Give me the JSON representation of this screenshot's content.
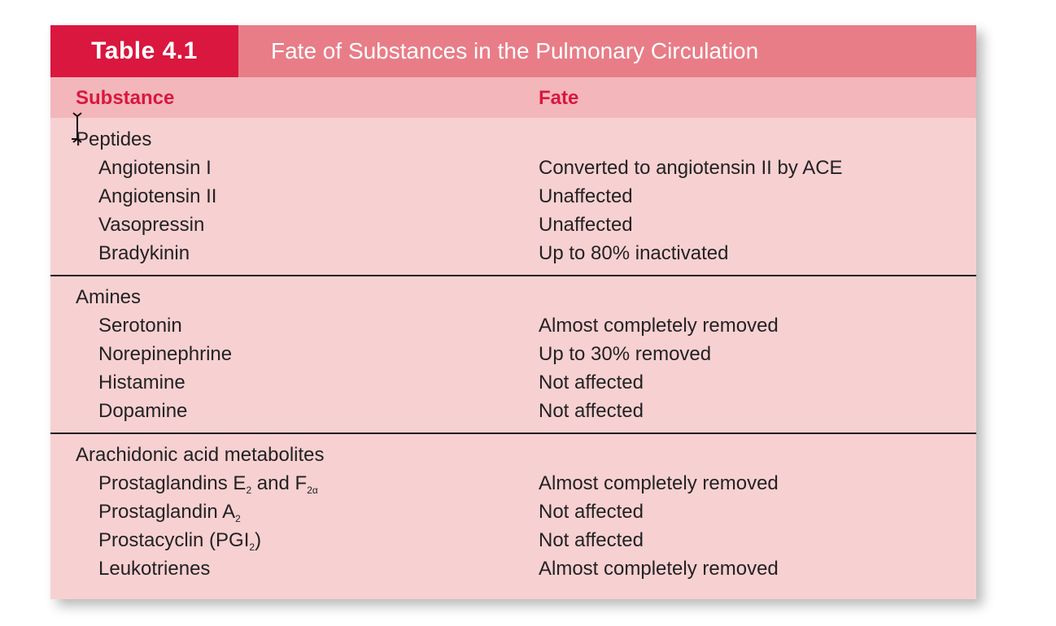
{
  "table": {
    "label": "Table 4.1",
    "title": "Fate of Substances in the Pulmonary Circulation",
    "columns": {
      "substance": "Substance",
      "fate": "Fate"
    },
    "sections": [
      {
        "category": "Peptides",
        "rows": [
          {
            "substance": "Angiotensin I",
            "fate": "Converted to angiotensin II by ACE"
          },
          {
            "substance": "Angiotensin II",
            "fate": "Unaffected"
          },
          {
            "substance": "Vasopressin",
            "fate": "Unaffected"
          },
          {
            "substance": "Bradykinin",
            "fate": "Up to 80% inactivated"
          }
        ]
      },
      {
        "category": "Amines",
        "rows": [
          {
            "substance": "Serotonin",
            "fate": "Almost completely removed"
          },
          {
            "substance": "Norepinephrine",
            "fate": "Up to 30% removed"
          },
          {
            "substance": "Histamine",
            "fate": "Not affected"
          },
          {
            "substance": "Dopamine",
            "fate": "Not affected"
          }
        ]
      },
      {
        "category": "Arachidonic acid metabolites",
        "rows": [
          {
            "substance_parts": [
              "Prostaglandins E",
              "2",
              " and F",
              "2α"
            ],
            "fate": "Almost completely removed"
          },
          {
            "substance_parts": [
              "Prostaglandin A",
              "2"
            ],
            "fate": "Not affected"
          },
          {
            "substance_parts": [
              "Prostacyclin (PGI",
              "2",
              ")"
            ],
            "fate": "Not affected"
          },
          {
            "substance": "Leukotrienes",
            "fate": "Almost completely removed"
          }
        ]
      }
    ]
  },
  "colors": {
    "title_label_bg": "#d9173f",
    "title_bar_bg": "#e87d87",
    "header_bg": "#f3b6ba",
    "body_bg": "#f7d0d2",
    "header_text": "#d9173f"
  }
}
